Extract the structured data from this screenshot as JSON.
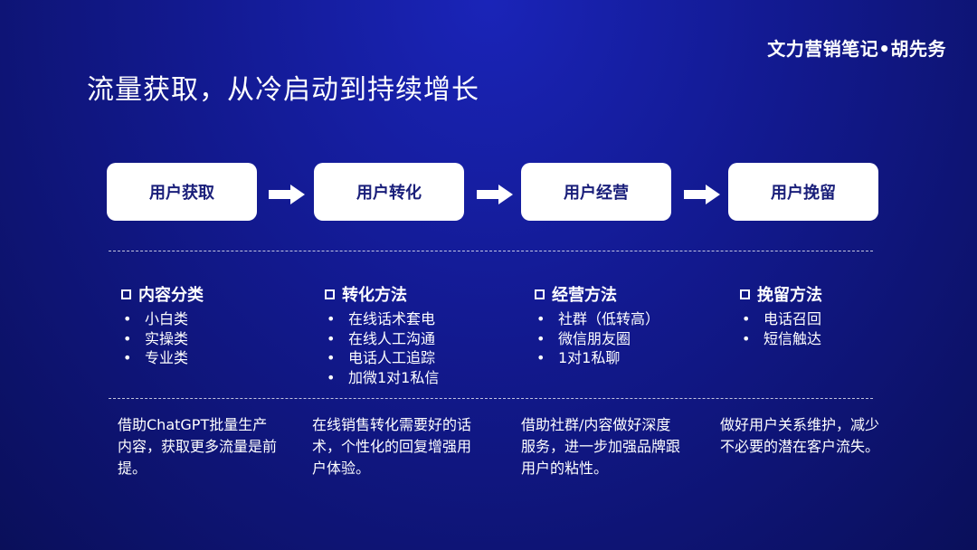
{
  "brand": "文力营销笔记•胡先务",
  "title": "流量获取，从冷启动到持续增长",
  "stages": [
    "用户获取",
    "用户转化",
    "用户经营",
    "用户挽留"
  ],
  "methods": [
    {
      "heading": "内容分类",
      "items": [
        "小白类",
        "实操类",
        "专业类"
      ]
    },
    {
      "heading": "转化方法",
      "items": [
        "在线话术套电",
        "在线人工沟通",
        "电话人工追踪",
        "加微1对1私信"
      ]
    },
    {
      "heading": "经营方法",
      "items": [
        "社群（低转高）",
        "微信朋友圈",
        "1对1私聊"
      ]
    },
    {
      "heading": "挽留方法",
      "items": [
        "电话召回",
        "短信触达"
      ]
    }
  ],
  "descriptions": [
    "借助ChatGPT批量生产内容，获取更多流量是前提。",
    "在线销售转化需要好的话术，个性化的回复增强用户体验。",
    "借助社群/内容做好深度服务，进一步加强品牌跟用户的粘性。",
    "做好用户关系维护，减少不必要的潜在客户流失。"
  ],
  "bullet": "•",
  "colors": {
    "background": "#12198e",
    "box": "#ffffff",
    "box_text": "#1a1f7a"
  }
}
